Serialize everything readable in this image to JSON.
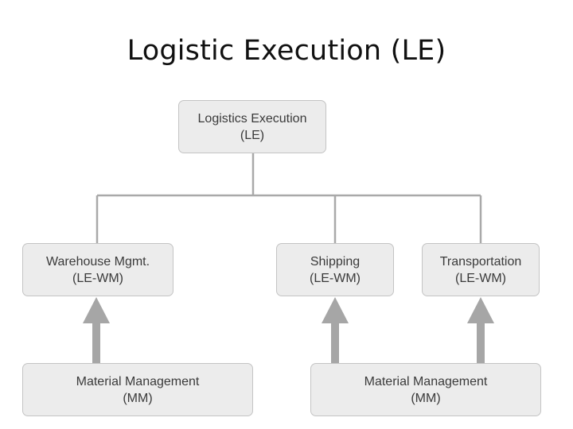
{
  "title": "Logistic Execution (LE)",
  "nodes": {
    "root": {
      "line1": "Logistics Execution",
      "line2": "(LE)"
    },
    "warehouse": {
      "line1": "Warehouse Mgmt.",
      "line2": "(LE-WM)"
    },
    "shipping": {
      "line1": "Shipping",
      "line2": "(LE-WM)"
    },
    "transportation": {
      "line1": "Transportation",
      "line2": "(LE-WM)"
    },
    "material_left": {
      "line1": "Material Management",
      "line2": "(MM)"
    },
    "material_right": {
      "line1": "Material Management",
      "line2": "(MM)"
    }
  },
  "colors": {
    "box_fill": "#ececec",
    "box_border": "#c4c4c4",
    "connector": "#a9a9a9",
    "arrow": "#a6a6a6",
    "text": "#3a3a3a"
  }
}
